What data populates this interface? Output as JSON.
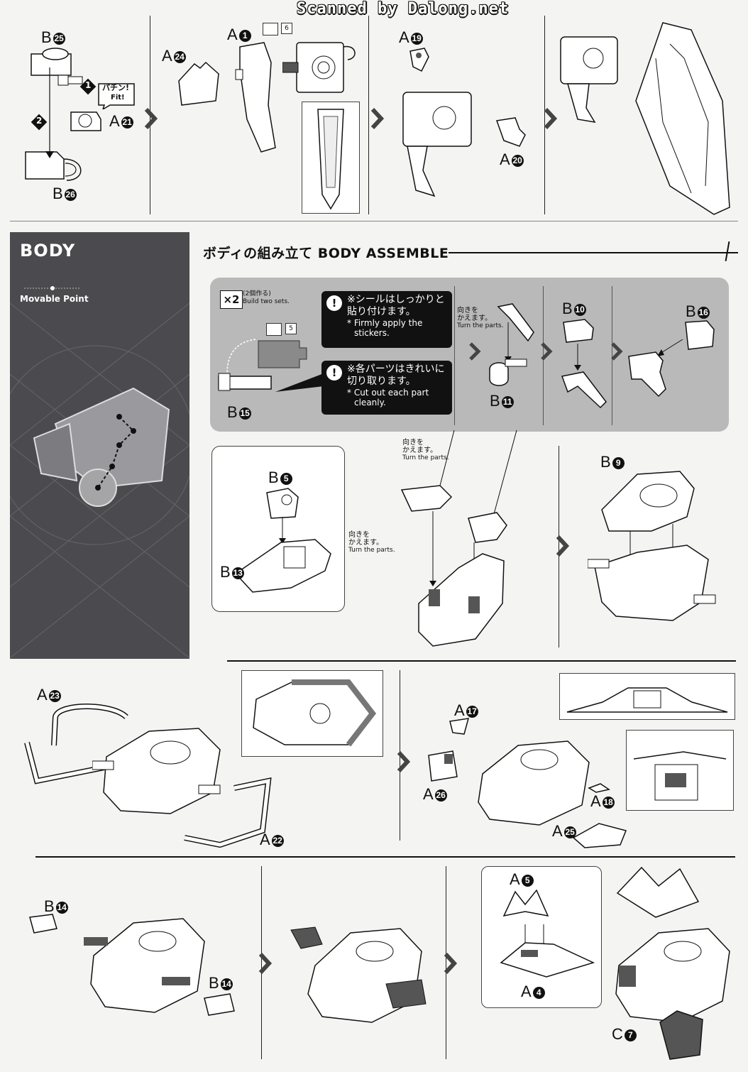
{
  "watermark": "Scanned by Dalong.net",
  "top_row": {
    "step1": {
      "b25": "B",
      "b25n": "25",
      "fit_jp": "パチン!",
      "fit_en": "Fit!",
      "a21": "A",
      "a21n": "21",
      "b26": "B",
      "b26n": "26",
      "s1": "1",
      "s2": "2"
    },
    "step2": {
      "a1": "A",
      "a1n": "1",
      "a24": "A",
      "a24n": "24",
      "sticker_no": "6"
    },
    "step3": {
      "a19": "A",
      "a19n": "19",
      "a20": "A",
      "a20n": "20"
    }
  },
  "sidebar": {
    "title": "BODY",
    "subtitle": "Movable Point"
  },
  "section": {
    "title_jp": "ボディの組み立て",
    "title_en": "BODY ASSEMBLE"
  },
  "panel": {
    "x2": "×2",
    "x2_jp": "(2個作る)",
    "x2_en": "Build two sets.",
    "sticker_no": "5",
    "note1_jp1": "※シールはしっかりと",
    "note1_jp2": "貼り付けます。",
    "note1_en1": "* Firmly apply the",
    "note1_en2": "stickers.",
    "note2_jp1": "※各パーツはきれいに",
    "note2_jp2": "切り取ります。",
    "note2_en1": "* Cut out each part",
    "note2_en2": "cleanly.",
    "b15": "B",
    "b15n": "15",
    "turn_jp1": "向きを",
    "turn_jp2": "かえます。",
    "turn_en": "Turn the parts.",
    "b11": "B",
    "b11n": "11",
    "b10": "B",
    "b10n": "10",
    "b16": "B",
    "b16n": "16"
  },
  "mid_row": {
    "b5": "B",
    "b5n": "5",
    "b13": "B",
    "b13n": "13",
    "b9": "B",
    "b9n": "9",
    "turn_jp1": "向きを",
    "turn_jp2": "かえます。",
    "turn_en": "Turn the parts."
  },
  "row3": {
    "a23": "A",
    "a23n": "23",
    "a22": "A",
    "a22n": "22",
    "a17": "A",
    "a17n": "17",
    "a26": "A",
    "a26n": "26",
    "a18": "A",
    "a18n": "18",
    "a25": "A",
    "a25n": "25"
  },
  "row4": {
    "b14a": "B",
    "b14an": "14",
    "b14b": "B",
    "b14bn": "14",
    "a5": "A",
    "a5n": "5",
    "a4": "A",
    "a4n": "4",
    "c7": "C",
    "c7n": "7"
  },
  "colors": {
    "panel": "#b9b9b9",
    "sidebar": "#4b4b4f",
    "ink": "#111111",
    "paper": "#f4f4f2"
  }
}
